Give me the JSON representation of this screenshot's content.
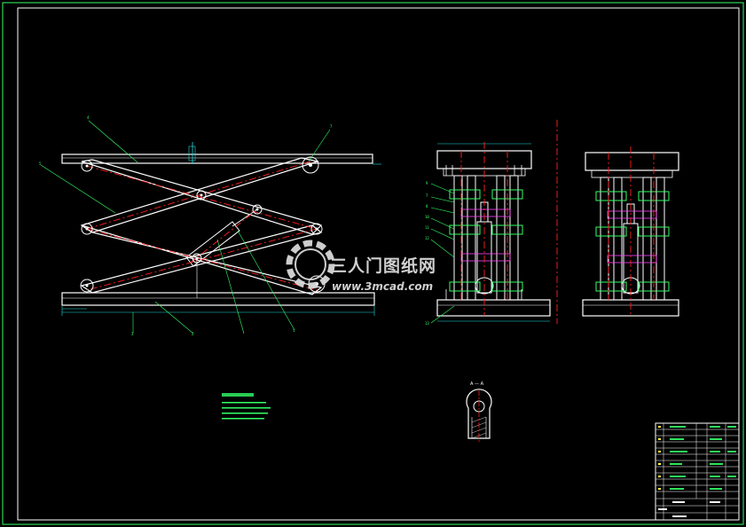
{
  "drawing": {
    "colors": {
      "background": "#000000",
      "outline": "#ffffff",
      "centerline": "#ff2020",
      "green": "#33ff66",
      "cyan": "#22e0e0",
      "yellow": "#ffff44",
      "magenta": "#ff44ff",
      "watermark": "#cfcfcf"
    },
    "section_label": "A — A",
    "watermark": {
      "brand": "三人门图纸网",
      "url": "www.3mcad.com"
    },
    "balloons": {
      "front": [
        "4",
        "5",
        "7",
        "3",
        "2",
        "1"
      ],
      "side": [
        "9",
        "7",
        "8",
        "10",
        "11",
        "12",
        "13"
      ]
    }
  }
}
